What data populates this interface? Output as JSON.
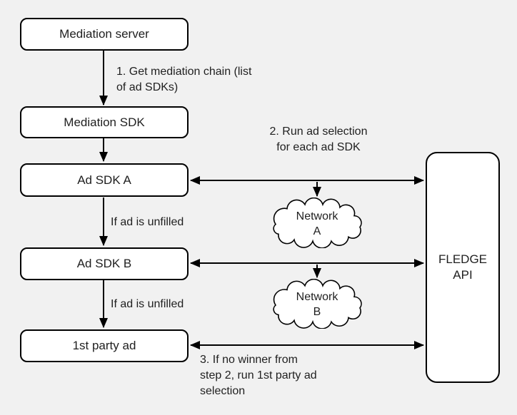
{
  "canvas": {
    "background": "#f1f1f1",
    "node_fill": "#ffffff",
    "stroke": "#000000",
    "text_color": "#1f1f1f"
  },
  "nodes": {
    "mediation_server": "Mediation server",
    "mediation_sdk": "Mediation SDK",
    "ad_sdk_a": "Ad SDK A",
    "ad_sdk_b": "Ad SDK B",
    "first_party_ad": "1st party ad",
    "fledge_api": "FLEDGE\nAPI",
    "network_a": "Network\nA",
    "network_b": "Network\nB"
  },
  "labels": {
    "step1": "1. Get mediation chain (list\nof ad SDKs)",
    "step2": "2. Run ad selection\nfor each ad SDK",
    "unfilled_a": "If ad is unfilled",
    "unfilled_b": "If ad is unfilled",
    "step3": "3. If no winner from\nstep 2, run 1st party ad\nselection"
  }
}
